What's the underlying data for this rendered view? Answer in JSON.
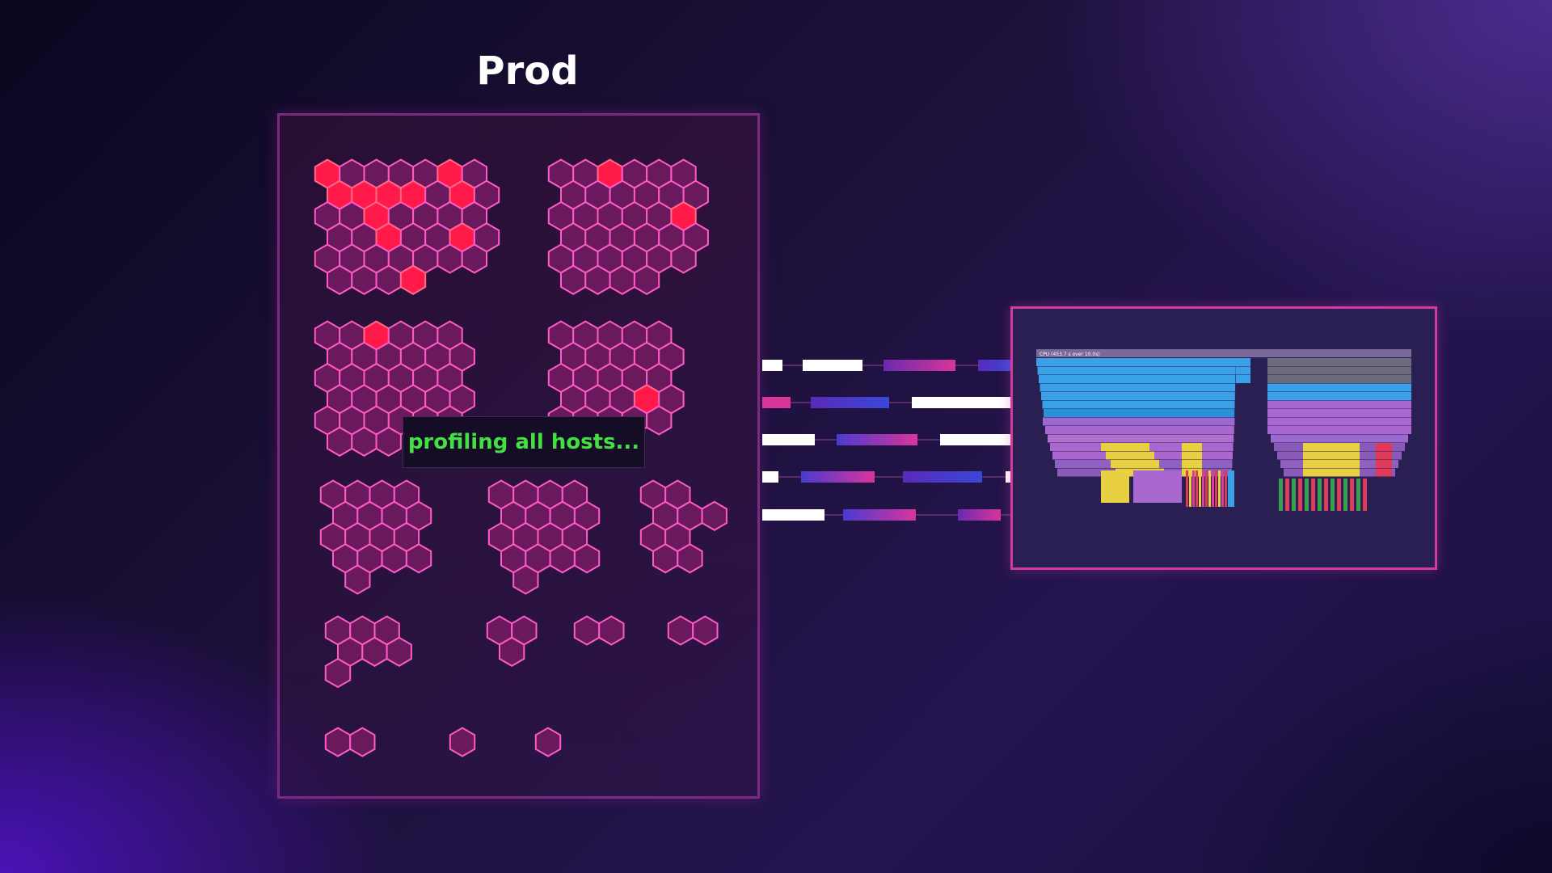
{
  "title": "Prod",
  "status_text": "profiling all hosts...",
  "flame_header": "CPU (453.7 s over 10.0s)",
  "colors": {
    "hex_idle_fill": "#6a1a5c",
    "hex_idle_stroke": "#ff5ac8",
    "hex_hot_fill": "#ff1a4a",
    "panel_border": "#7a2a80",
    "flame_border": "#d23aa0",
    "status_text": "#43e043",
    "stream_white": "#ffffff",
    "stream_blue": "#4a3ad0",
    "stream_pink": "#d8359a"
  },
  "icons": [
    "host-hexagon-icon"
  ]
}
